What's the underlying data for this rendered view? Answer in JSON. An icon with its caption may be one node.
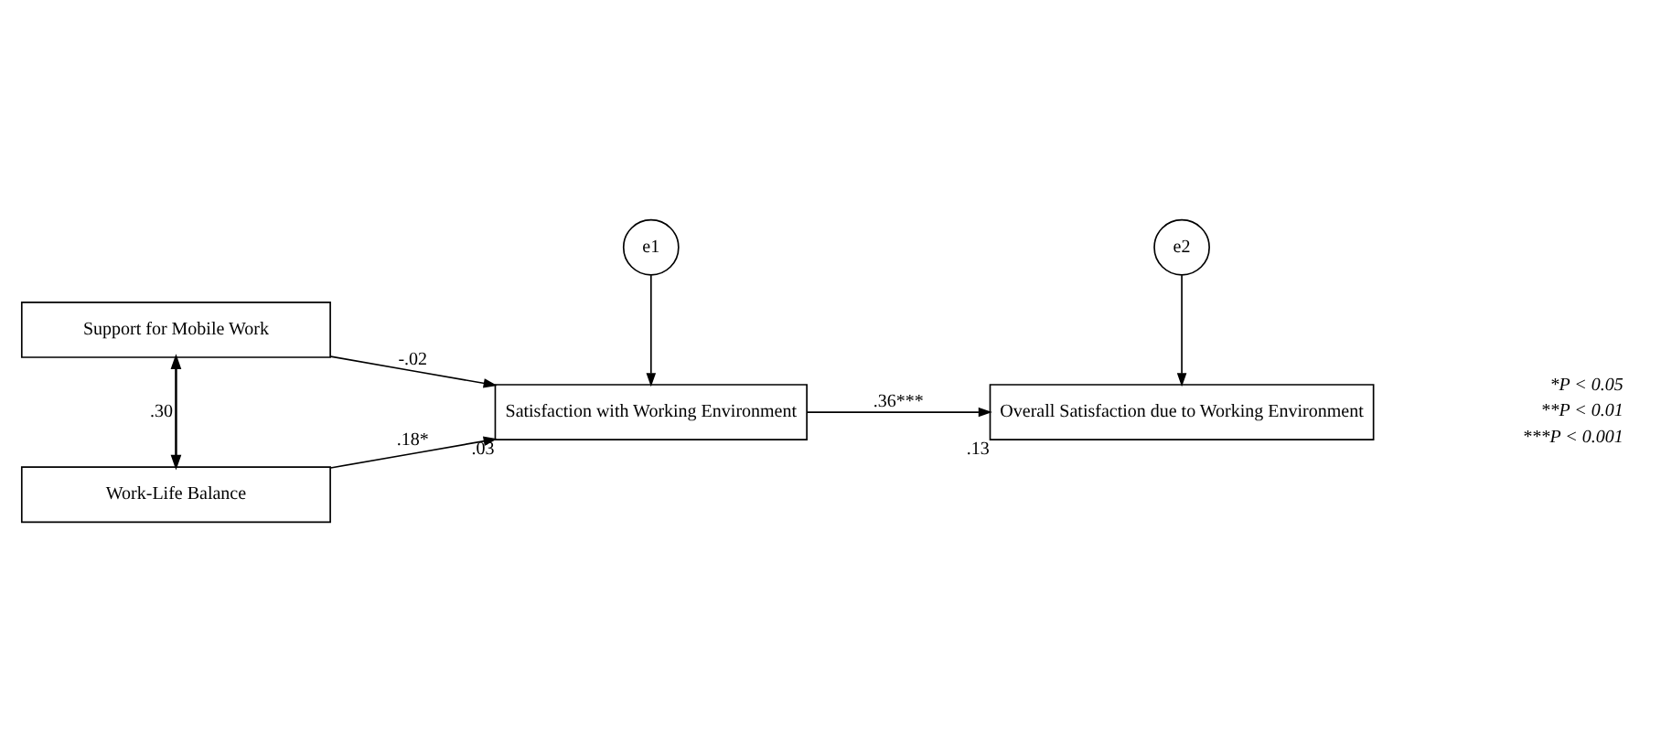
{
  "diagram": {
    "nodes": [
      {
        "text": [
          "Support for Mobile Work"
        ]
      },
      {
        "text": [
          "Work-Life Balance"
        ]
      },
      {
        "text": [
          "e1"
        ]
      },
      {
        "text": [
          "Satisfaction with Working Environment"
        ],
        "beside": [
          ".03"
        ]
      },
      {
        "text": [
          "e2"
        ]
      },
      {
        "text": [
          "Overall Satisfaction due to Working Environment"
        ],
        "beside": [
          ".13"
        ]
      }
    ],
    "edges": [
      {
        "from": 0,
        "to": 1,
        "arrow": "both",
        "label": ".30"
      },
      {
        "from": 0,
        "to": 3,
        "arrow": "to",
        "label": "-.02"
      },
      {
        "from": 1,
        "to": 3,
        "arrow": "to",
        "label": ".18*"
      },
      {
        "from": 2,
        "to": 3,
        "arrow": "to"
      },
      {
        "from": 3,
        "to": 5,
        "arrow": "to",
        "label": ".36***"
      },
      {
        "from": 4,
        "to": 5,
        "arrow": "to"
      }
    ],
    "labels": [
      "*P < 0.05",
      "**P < 0.01",
      "***P < 0.001"
    ]
  }
}
